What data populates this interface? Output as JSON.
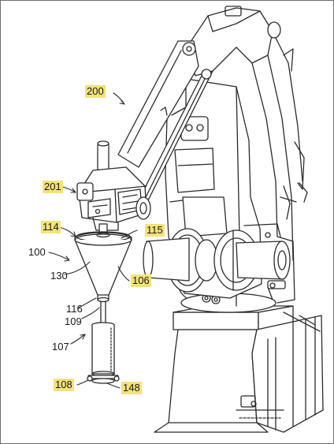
{
  "colors": {
    "ink": "#2b2b2b",
    "highlight": "#f2e27a",
    "frame": "#6e6e6e",
    "paper": "#ffffff"
  },
  "labels": {
    "robot": "200",
    "end_effector": "201",
    "hopper_top_left": "114",
    "hopper_top_right": "115",
    "assembly": "100",
    "hopper_body": "130",
    "hopper_side": "106",
    "outlet": "116",
    "stem": "109",
    "tube": "107",
    "base_ring": "108",
    "base_plate": "148"
  }
}
